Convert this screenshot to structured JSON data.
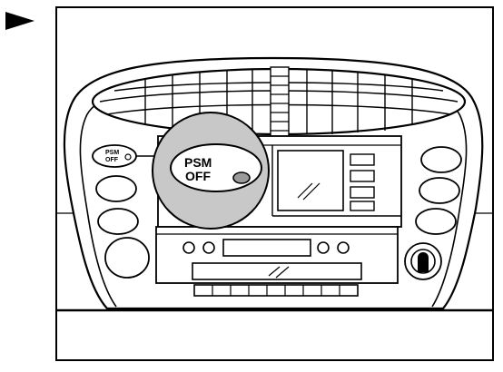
{
  "figure": {
    "pointer_icon": "right-pointing-triangle-icon",
    "switch_label_line1": "PSM",
    "switch_label_line2": "OFF",
    "small_switch_label_line1": "PSM",
    "small_switch_label_line2": "OFF"
  },
  "colors": {
    "ink": "#000000",
    "paper": "#ffffff",
    "highlight": "#c8c8c8"
  }
}
